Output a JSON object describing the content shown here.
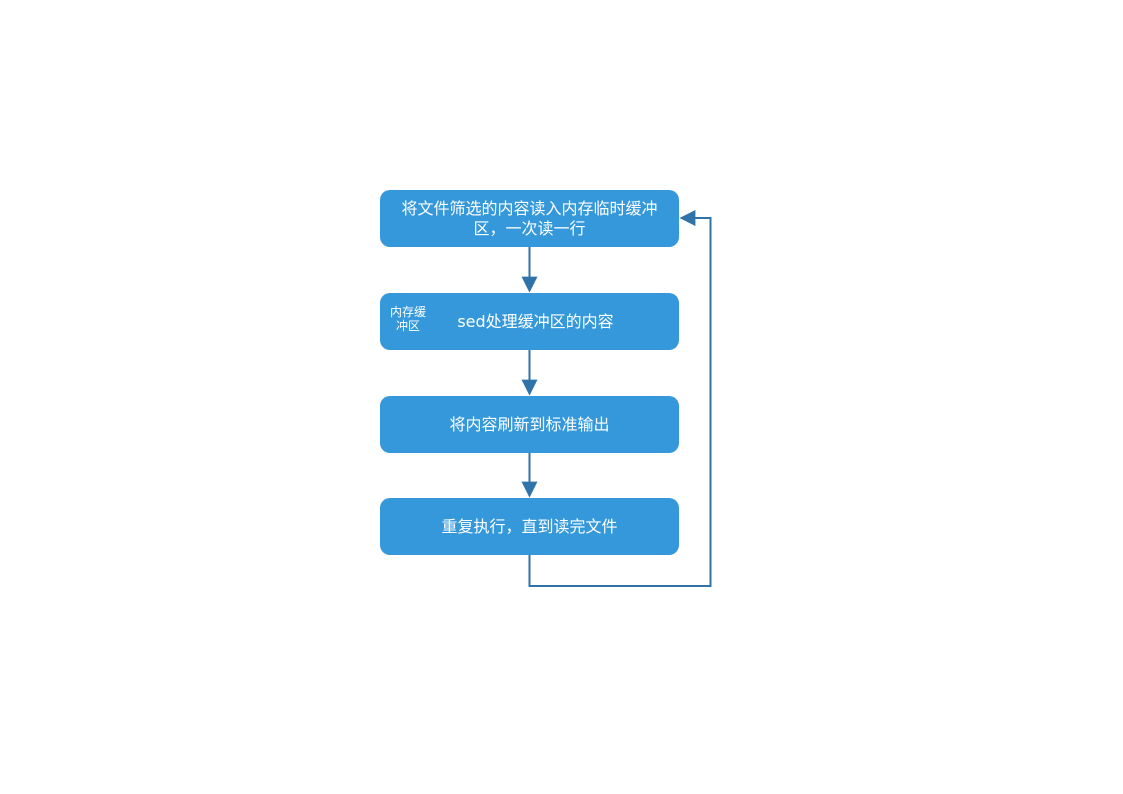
{
  "diagram": {
    "steps": [
      {
        "label": "将文件筛选的内容读入内存临时缓冲\n区，一次读一行"
      },
      {
        "label": "sed处理缓冲区的内容",
        "note": "内存缓\n冲区"
      },
      {
        "label": "将内容刷新到标准输出"
      },
      {
        "label": "重复执行，直到读完文件"
      }
    ]
  },
  "colors": {
    "node_fill": "#3598DB",
    "connector": "#2F73A8"
  }
}
